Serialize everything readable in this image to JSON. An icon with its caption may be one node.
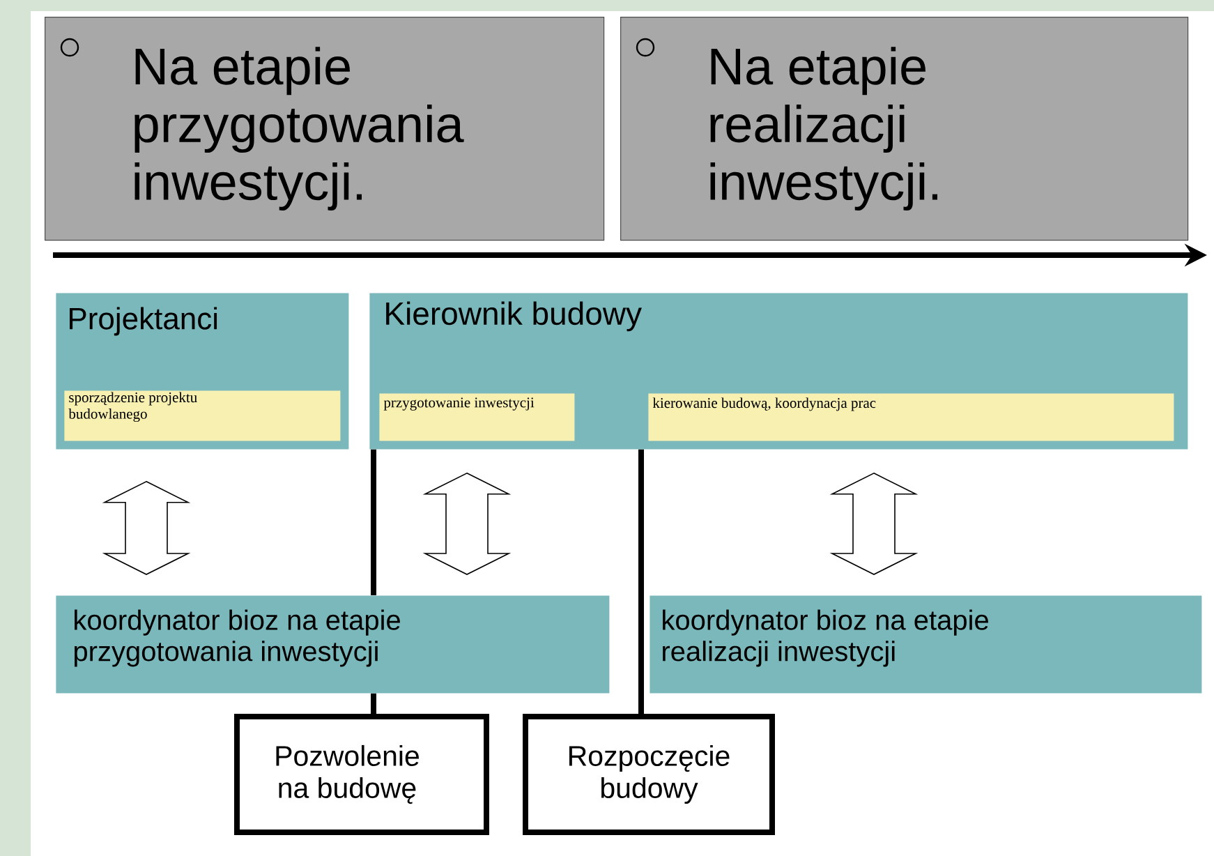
{
  "diagram": {
    "nodes": [
      {
        "text": [
          "Na etapie przygotowania inwestycji."
        ]
      },
      {
        "text": [
          "Na etapie realizacji inwestycji."
        ]
      },
      {
        "text": [
          "Projektanci"
        ]
      },
      {
        "text": [
          "sporządzenie projektu budowlanego"
        ],
        "in": 2
      },
      {
        "text": [
          "Kierownik budowy"
        ]
      },
      {
        "text": [
          "przygotowanie inwestycji"
        ],
        "in": 4
      },
      {
        "text": [
          "kierowanie budową, koordynacja prac"
        ],
        "in": 4
      },
      {
        "text": [
          "koordynator bioz na etapie przygotowania inwestycji"
        ]
      },
      {
        "text": [
          "koordynator bioz na etapie realizacji inwestycji"
        ]
      },
      {
        "text": [
          "Pozwolenie na budowę"
        ]
      },
      {
        "text": [
          "Rozpoczęcie budowy"
        ]
      }
    ],
    "edges": [
      {
        "from": 2,
        "to": 7,
        "arrow": "both"
      },
      {
        "from": 5,
        "to": 7,
        "arrow": "both"
      },
      {
        "from": 6,
        "to": 8,
        "arrow": "both"
      },
      {
        "from": 4,
        "to": 7,
        "arrow": "none"
      },
      {
        "from": 7,
        "to": 9,
        "arrow": "none"
      },
      {
        "from": 4,
        "to": 10,
        "arrow": "none"
      }
    ]
  }
}
